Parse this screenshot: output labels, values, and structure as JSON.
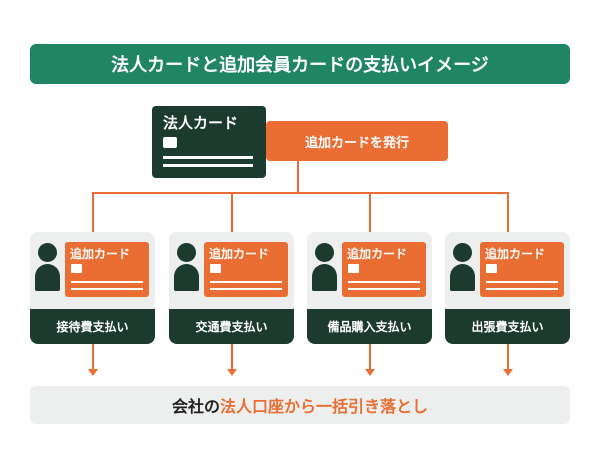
{
  "title": "法人カードと追加会員カードの支払いイメージ",
  "corporate_card": {
    "label": "法人カード"
  },
  "issue_label": "追加カードを発行",
  "panels": [
    {
      "card_label": "追加カード",
      "payment": "接待費支払い"
    },
    {
      "card_label": "追加カード",
      "payment": "交通費支払い"
    },
    {
      "card_label": "追加カード",
      "payment": "備品購入支払い"
    },
    {
      "card_label": "追加カード",
      "payment": "出張費支払い"
    }
  ],
  "summary": {
    "prefix": "会社の",
    "accent": "法人口座から一括引き落とし"
  },
  "colors": {
    "title_banner": "#1f8563",
    "dark_green": "#1d3a2e",
    "orange": "#ea6e33",
    "panel_bg": "#edeeee"
  }
}
